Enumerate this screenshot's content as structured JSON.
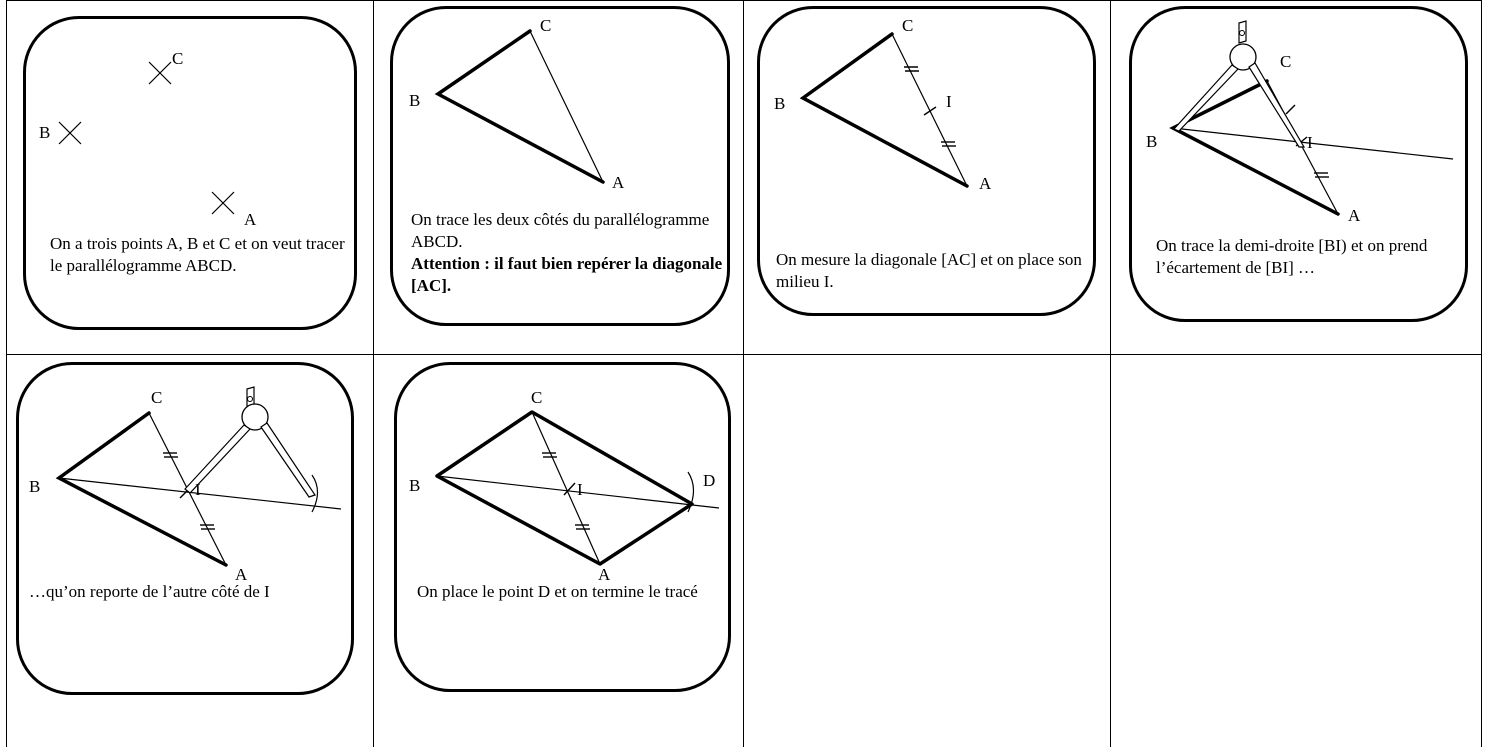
{
  "steps": [
    {
      "points": {
        "A": "A",
        "B": "B",
        "C": "C"
      },
      "caption": "On a trois points A, B et C et on veut tracer le parallélogramme ABCD."
    },
    {
      "points": {
        "A": "A",
        "B": "B",
        "C": "C"
      },
      "caption": "On trace les deux côtés du parallélogramme ABCD.",
      "caption_bold": "Attention : il faut bien repérer la diagonale [AC]."
    },
    {
      "points": {
        "A": "A",
        "B": "B",
        "C": "C",
        "I": "I"
      },
      "caption": "On mesure la diagonale [AC] et on place son milieu I."
    },
    {
      "points": {
        "A": "A",
        "B": "B",
        "C": "C",
        "I": "I"
      },
      "caption": "On trace la demi-droite [BI) et on prend l’écartement de [BI] …"
    },
    {
      "points": {
        "A": "A",
        "B": "B",
        "C": "C",
        "I": "I"
      },
      "caption": "…qu’on reporte de l’autre côté de I"
    },
    {
      "points": {
        "A": "A",
        "B": "B",
        "C": "C",
        "I": "I",
        "D": "D"
      },
      "caption": "On place le point D et on termine le tracé"
    }
  ]
}
